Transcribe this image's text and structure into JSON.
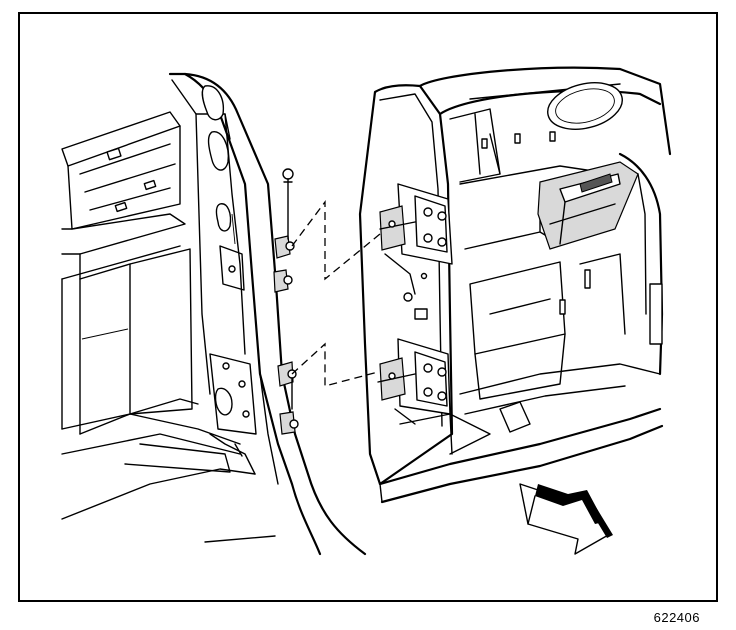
{
  "figure": {
    "figure_number": "622406",
    "subject": "rear-door-hinge-removal",
    "parts": [
      "body-pillar",
      "upper-hinge",
      "lower-hinge",
      "rear-door",
      "front-direction-arrow"
    ],
    "colors": {
      "line": "#000000",
      "background": "#ffffff",
      "shading": "#d9d9d9"
    }
  }
}
